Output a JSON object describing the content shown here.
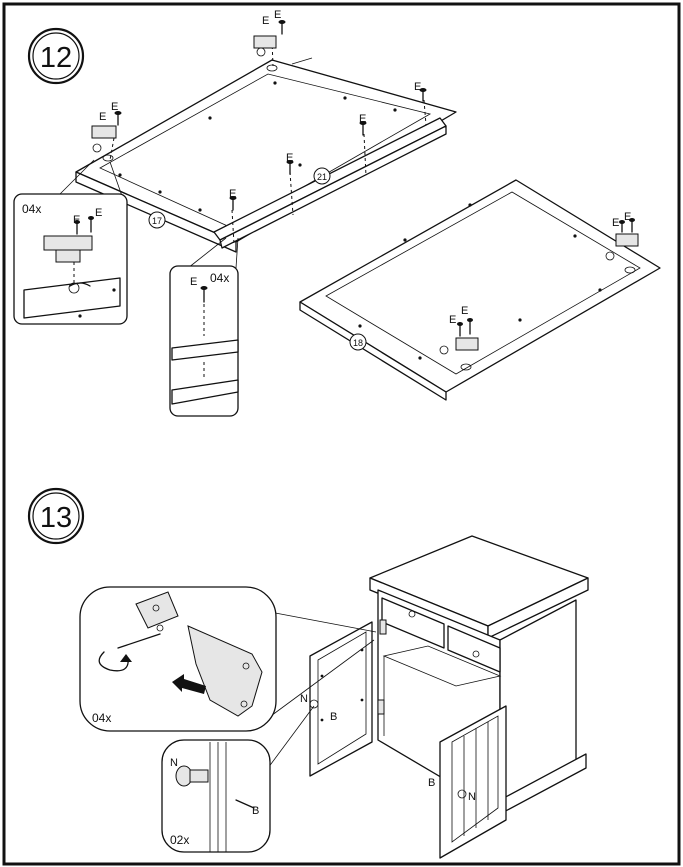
{
  "step_12": {
    "number": "12",
    "part_17": "17",
    "part_21": "21",
    "part_18": "18",
    "screw_label": "E",
    "callout_count_left": "04x",
    "callout_count_right": "04x"
  },
  "step_13": {
    "number": "13",
    "hinge_callout_count": "04x",
    "knob_callout_count": "02x",
    "knob_label": "N",
    "screw_label": "B"
  }
}
